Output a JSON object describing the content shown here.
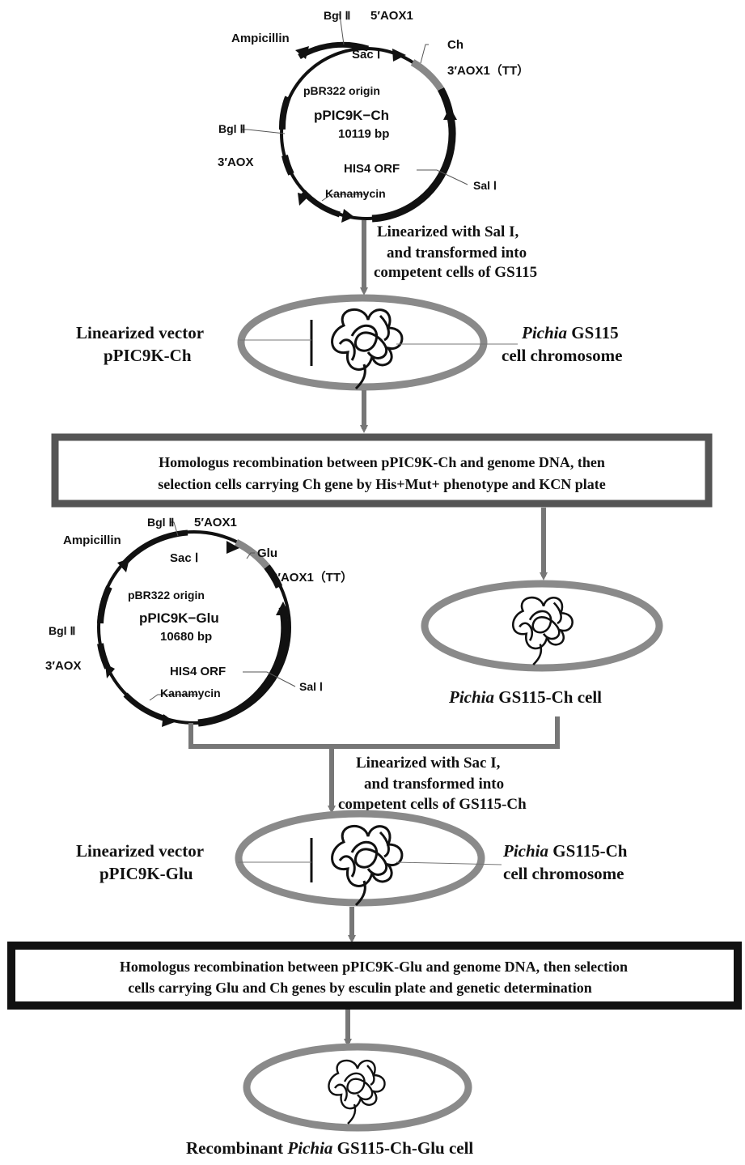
{
  "plasmid1": {
    "bgl_top": "Bgl Ⅱ",
    "aox5": "5′AOX1",
    "ampicillin": "Ampicillin",
    "sac": "Sac Ⅰ",
    "gene": "Ch",
    "aox3tt": "3′AOX1（TT）",
    "origin": "pBR322 origin",
    "name": "pPIC9K−Ch",
    "size": "10119 bp",
    "bgl_left": "Bgl Ⅱ",
    "aox3": "3′AOX",
    "his4": "HIS4 ORF",
    "sal": "Sal Ⅰ",
    "kanamycin": "Kanamycin"
  },
  "step1": {
    "line1": "Linearized with Sal I,",
    "line2": "and transformed into",
    "line3": "competent cells of GS115"
  },
  "cell1": {
    "left1": "Linearized vector",
    "left2": "pPIC9K-Ch",
    "right1_italic": "Pichia",
    "right1_rest": " GS115",
    "right2": "cell chromosome"
  },
  "box1": {
    "line1": "Homologus recombination between pPIC9K-Ch and genome DNA, then",
    "line2": "selection cells carrying Ch gene by His+Mut+ phenotype and KCN plate"
  },
  "plasmid2": {
    "bgl_top": "Bgl Ⅱ",
    "aox5": "5′AOX1",
    "ampicillin": "Ampicillin",
    "sac": "Sac Ⅰ",
    "gene": "Glu",
    "aox3tt": "3′AOX1（TT）",
    "origin": "pBR322 origin",
    "name": "pPIC9K−Glu",
    "size": "10680 bp",
    "bgl_left": "Bgl Ⅱ",
    "aox3": "3′AOX",
    "his4": "HIS4 ORF",
    "sal": "Sal Ⅰ",
    "kanamycin": "Kanamycin"
  },
  "cell2": {
    "label_italic": "Pichia",
    "label_rest": " GS115-Ch cell"
  },
  "step2": {
    "line1": "Linearized with Sac I,",
    "line2": "and transformed into",
    "line3": "competent cells of GS115-Ch"
  },
  "cell3": {
    "left1": "Linearized vector",
    "left2": "pPIC9K-Glu",
    "right1_italic": "Pichia",
    "right1_rest": " GS115-Ch",
    "right2": "cell chromosome"
  },
  "box2": {
    "line1": "Homologus recombination between pPIC9K-Glu and genome DNA, then selection",
    "line2": "cells carrying Glu and Ch genes by esculin plate and genetic determination"
  },
  "cell4": {
    "label_pre": "Recombinant ",
    "label_italic": "Pichia",
    "label_rest": " GS115-Ch-Glu cell"
  },
  "colors": {
    "grey": "#8a8a8a",
    "dark": "#111111",
    "box_border1": "#555555",
    "box_border2": "#111111"
  }
}
